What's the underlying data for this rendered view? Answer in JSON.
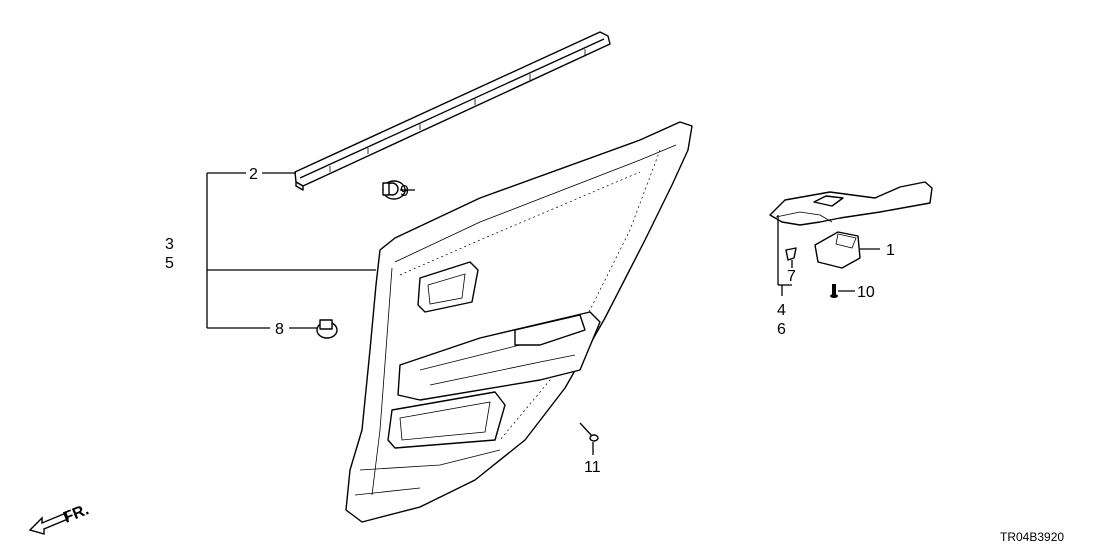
{
  "diagram": {
    "callouts": {
      "p1": "1",
      "p2": "2",
      "p3": "3",
      "p4": "4",
      "p5": "5",
      "p6": "6",
      "p7": "7",
      "p8": "8",
      "p9": "9",
      "p10": "10",
      "p11": "11"
    },
    "front_indicator": "FR.",
    "diagram_code": "TR04B3920"
  }
}
